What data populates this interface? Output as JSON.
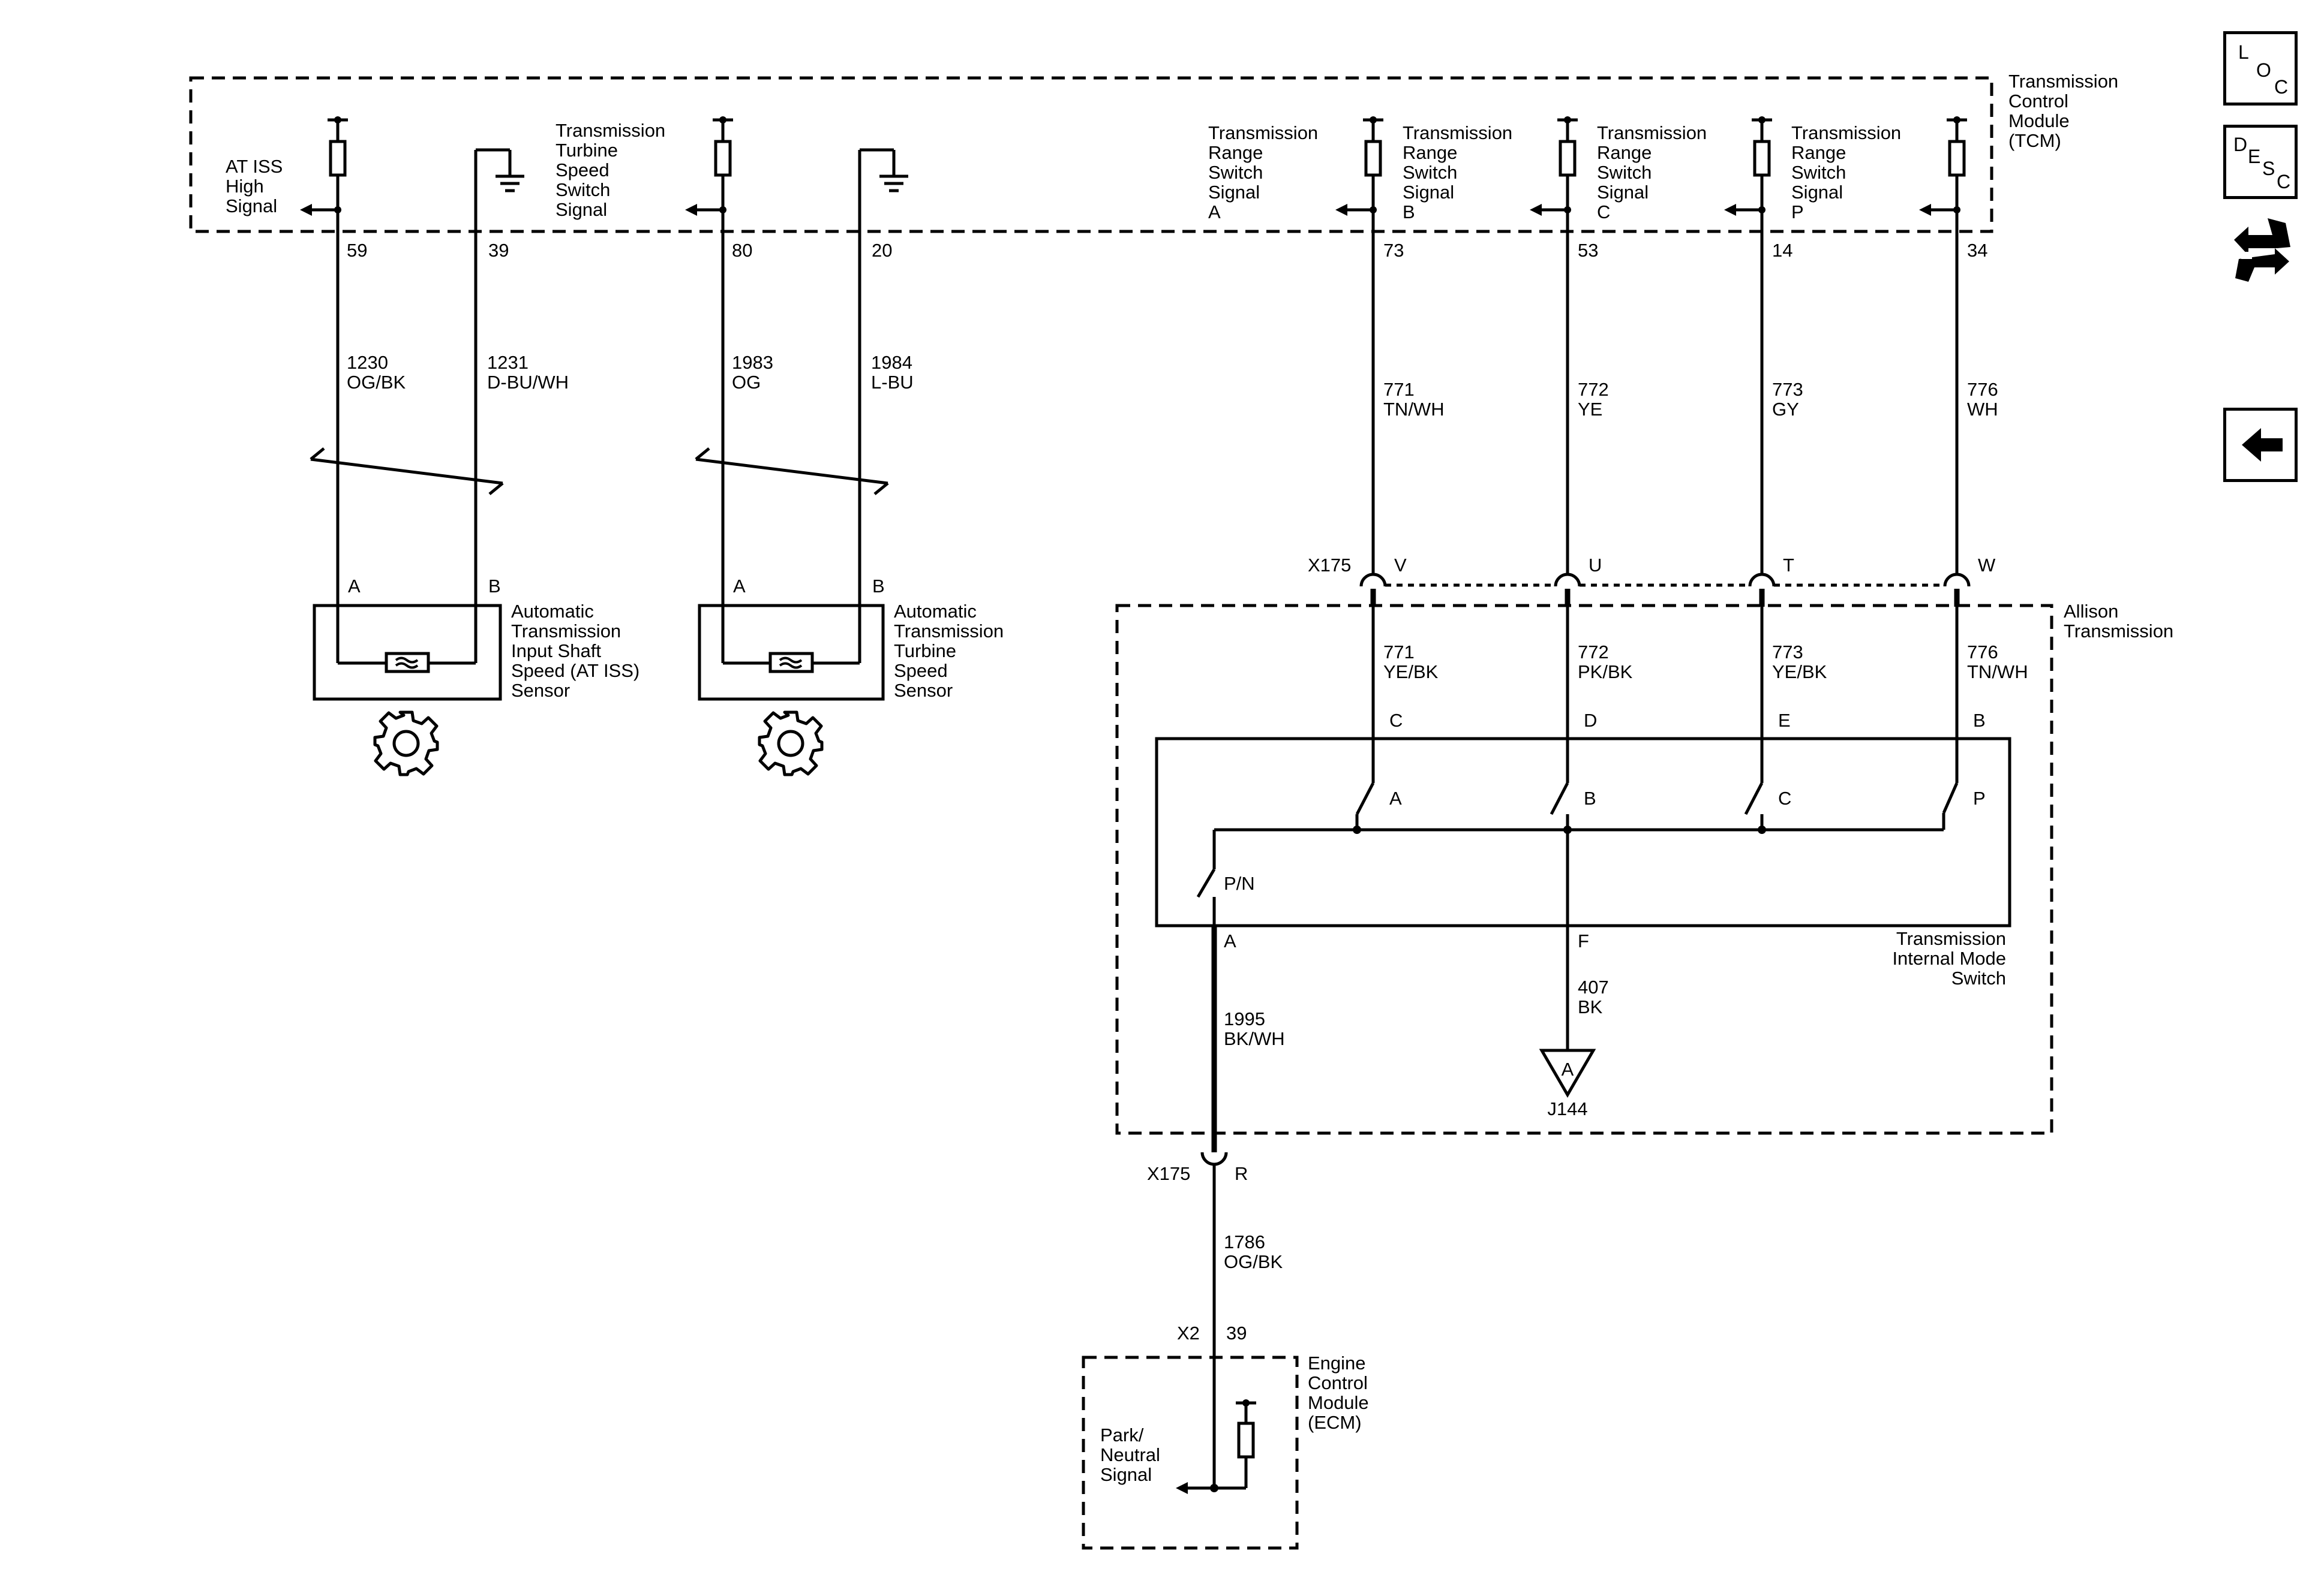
{
  "nav": {
    "loc": [
      "L",
      "O",
      "C"
    ],
    "desc": [
      "D",
      "E",
      "S",
      "C"
    ],
    "icon_names": [
      "loc-icon",
      "desc-icon",
      "connector-pinout-icon",
      "back-arrow-icon"
    ]
  },
  "tcm": {
    "name": [
      "Transmission",
      "Control",
      "Module",
      "(TCM)"
    ],
    "inputs": [
      {
        "label": [
          "AT ISS",
          "High",
          "Signal"
        ],
        "pin": "59"
      },
      {
        "pin": "39"
      },
      {
        "label": [
          "Transmission",
          "Turbine",
          "Speed",
          "Switch",
          "Signal"
        ],
        "pin": "80"
      },
      {
        "pin": "20"
      },
      {
        "label": [
          "Transmission",
          "Range",
          "Switch",
          "Signal",
          "A"
        ],
        "pin": "73"
      },
      {
        "label": [
          "Transmission",
          "Range",
          "Switch",
          "Signal",
          "B"
        ],
        "pin": "53"
      },
      {
        "label": [
          "Transmission",
          "Range",
          "Switch",
          "Signal",
          "C"
        ],
        "pin": "14"
      },
      {
        "label": [
          "Transmission",
          "Range",
          "Switch",
          "Signal",
          "P"
        ],
        "pin": "34"
      }
    ]
  },
  "wires_upper": [
    [
      "1230",
      "OG/BK"
    ],
    [
      "1231",
      "D-BU/WH"
    ],
    [
      "1983",
      "OG"
    ],
    [
      "1984",
      "L-BU"
    ],
    [
      "771",
      "TN/WH"
    ],
    [
      "772",
      "YE"
    ],
    [
      "773",
      "GY"
    ],
    [
      "776",
      "WH"
    ]
  ],
  "sensors": [
    {
      "name": [
        "Automatic",
        "Transmission",
        "Input Shaft",
        "Speed (AT ISS)",
        "Sensor"
      ],
      "pins": [
        "A",
        "B"
      ]
    },
    {
      "name": [
        "Automatic",
        "Transmission",
        "Turbine",
        "Speed",
        "Sensor"
      ],
      "pins": [
        "A",
        "B"
      ]
    }
  ],
  "x175_top": {
    "connector": "X175",
    "pins": [
      "V",
      "U",
      "T",
      "W"
    ]
  },
  "allison": {
    "name": [
      "Allison",
      "Transmission"
    ]
  },
  "wires_lower": [
    [
      "771",
      "YE/BK"
    ],
    [
      "772",
      "PK/BK"
    ],
    [
      "773",
      "YE/BK"
    ],
    [
      "776",
      "TN/WH"
    ]
  ],
  "imsw": {
    "name": [
      "Transmission",
      "Internal Mode",
      "Switch"
    ],
    "pins_top": [
      "C",
      "D",
      "E",
      "B"
    ],
    "switch_labels": [
      "A",
      "B",
      "C",
      "P"
    ],
    "pn_label": "P/N",
    "pins_bottom": [
      "A",
      "F"
    ]
  },
  "ground_wire": [
    "407",
    "BK"
  ],
  "ground": {
    "letter": "A",
    "id": "J144"
  },
  "pn_wire": [
    "1995",
    "BK/WH"
  ],
  "x175_bottom": {
    "connector": "X175",
    "pin": "R"
  },
  "ecm_wire": [
    "1786",
    "OG/BK"
  ],
  "ecm": {
    "connector": "X2",
    "pin": "39",
    "name": [
      "Engine",
      "Control",
      "Module",
      "(ECM)"
    ],
    "signal": [
      "Park/",
      "Neutral",
      "Signal"
    ]
  }
}
